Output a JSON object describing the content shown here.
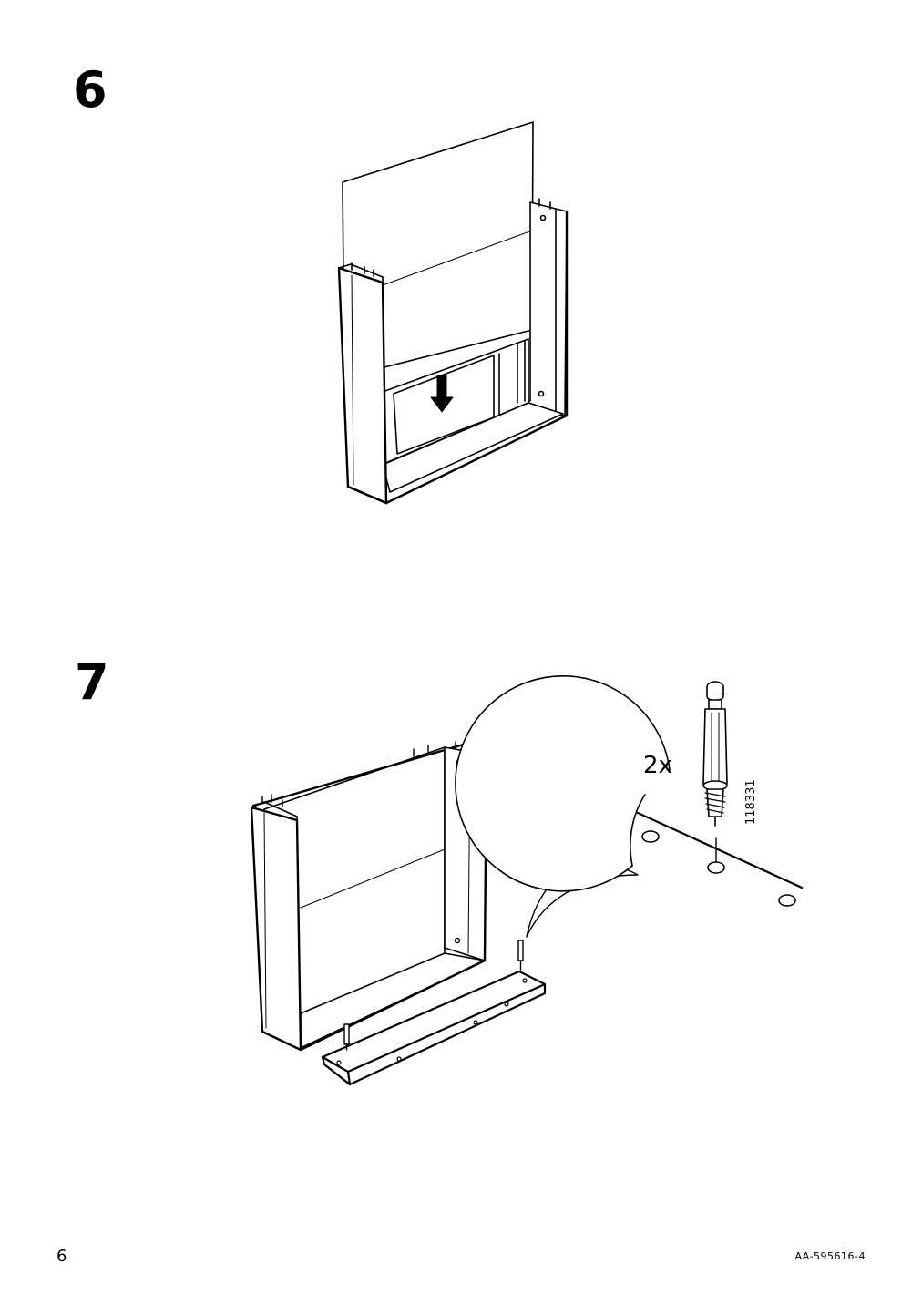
{
  "steps": [
    {
      "number": "6"
    },
    {
      "number": "7",
      "callout": {
        "quantity": "2x",
        "part_number": "118331"
      }
    }
  ],
  "footer": {
    "page_number": "6",
    "document_code": "AA-595616-4"
  },
  "icons": {
    "step6": [
      "back-panel-icon",
      "down-arrow-icon"
    ],
    "step7": [
      "cabinet-frame-icon",
      "base-plinth-icon",
      "dowel-screw-icon",
      "detail-magnifier-icon"
    ]
  }
}
